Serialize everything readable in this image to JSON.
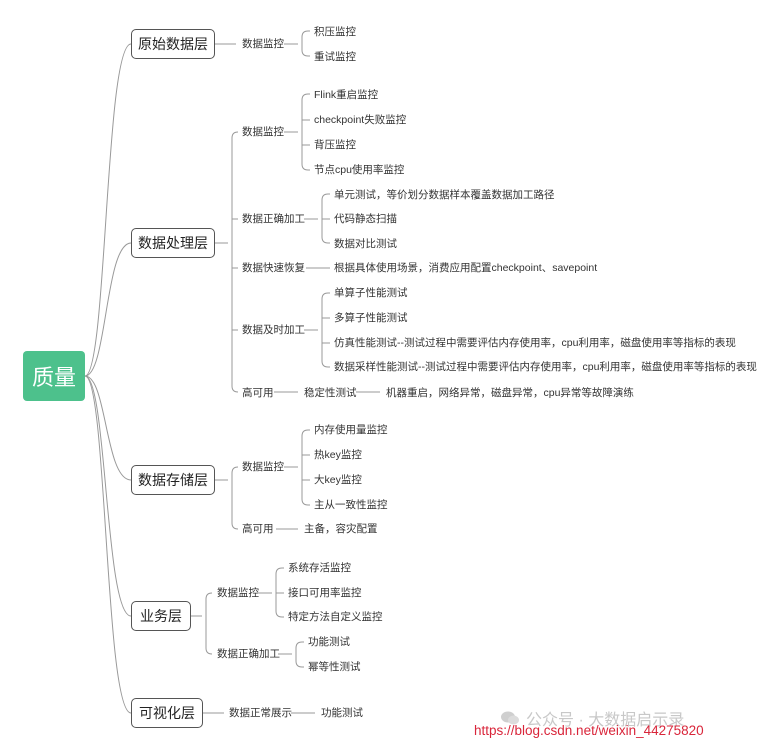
{
  "root": "质量",
  "layers": [
    {
      "label": "原始数据层"
    },
    {
      "label": "数据处理层"
    },
    {
      "label": "数据存储层"
    },
    {
      "label": "业务层"
    },
    {
      "label": "可视化层"
    }
  ],
  "raw": {
    "monitor": "数据监控",
    "items": [
      "积压监控",
      "重试监控"
    ]
  },
  "processing": {
    "monitor": "数据监控",
    "monitor_items": [
      "Flink重启监控",
      "checkpoint失败监控",
      "背压监控",
      "节点cpu使用率监控"
    ],
    "correct": "数据正确加工",
    "correct_items": [
      "单元测试，等价划分数据样本覆盖数据加工路径",
      "代码静态扫描",
      "数据对比测试"
    ],
    "recovery": "数据快速恢复",
    "recovery_item": "根据具体使用场景，消费应用配置checkpoint、savepoint",
    "timely": "数据及时加工",
    "timely_items": [
      "单算子性能测试",
      "多算子性能测试",
      "仿真性能测试--测试过程中需要评估内存使用率，cpu利用率，磁盘使用率等指标的表现",
      "数据采样性能测试--测试过程中需要评估内存使用率，cpu利用率，磁盘使用率等指标的表现"
    ],
    "ha": "高可用",
    "ha_test": "稳定性测试",
    "ha_item": "机器重启，网络异常，磁盘异常，cpu异常等故障演练"
  },
  "storage": {
    "monitor": "数据监控",
    "monitor_items": [
      "内存使用量监控",
      "热key监控",
      "大key监控",
      "主从一致性监控"
    ],
    "ha": "高可用",
    "ha_item": "主备，容灾配置"
  },
  "business": {
    "monitor": "数据监控",
    "monitor_items": [
      "系统存活监控",
      "接口可用率监控",
      "特定方法自定义监控"
    ],
    "correct": "数据正确加工",
    "correct_items": [
      "功能测试",
      "幂等性测试"
    ]
  },
  "visual": {
    "display": "数据正常展示",
    "item": "功能测试"
  },
  "watermark": {
    "text": "公众号 · 大数据启示录",
    "url": "https://blog.csdn.net/weixin_44275820"
  },
  "colors": {
    "root_bg": "#4dc18c",
    "line": "#999999",
    "url": "#d9253a"
  }
}
